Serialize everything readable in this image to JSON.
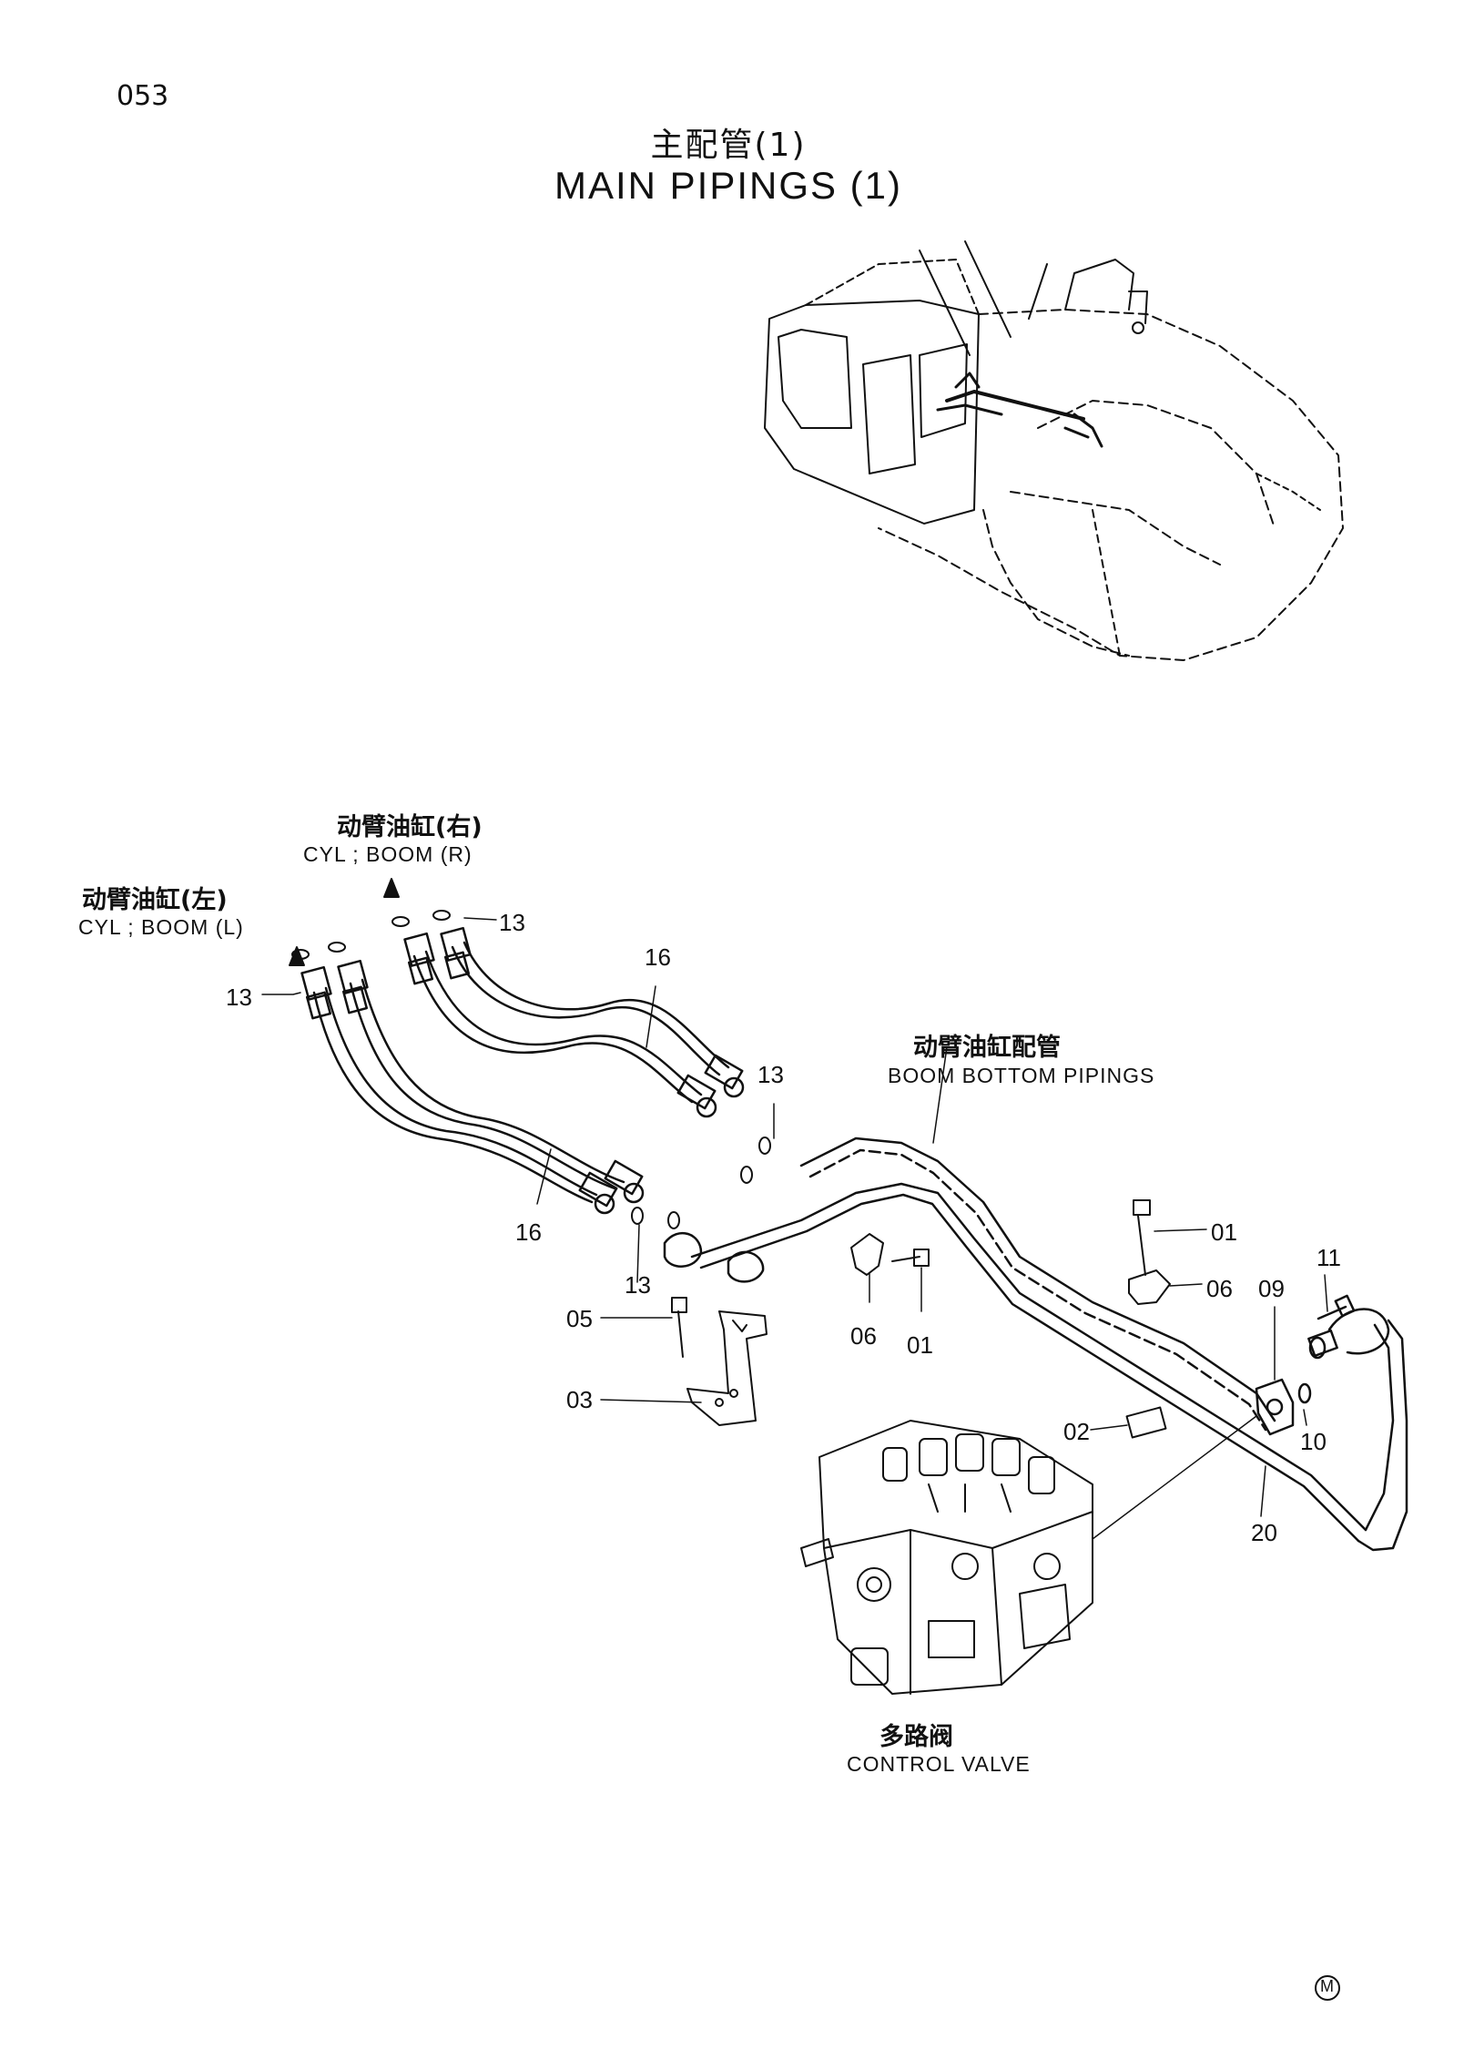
{
  "page_number": "053",
  "title_cn": "主配管(1)",
  "title_en": "MAIN PIPINGS (1)",
  "labels": {
    "cyl_boom_r_cn": "动臂油缸(右)",
    "cyl_boom_r_en": "CYL ; BOOM (R)",
    "cyl_boom_l_cn": "动臂油缸(左)",
    "cyl_boom_l_en": "CYL ; BOOM (L)",
    "boom_bottom_cn": "动臂油缸配管",
    "boom_bottom_en": "BOOM BOTTOM PIPINGS",
    "control_valve_cn": "多路阀",
    "control_valve_en": "CONTROL VALVE"
  },
  "part_numbers": {
    "p13_a": "13",
    "p13_b": "13",
    "p13_c": "13",
    "p13_d": "13",
    "p16_a": "16",
    "p16_b": "16",
    "p01_a": "01",
    "p01_b": "01",
    "p06_a": "06",
    "p06_b": "06",
    "p05": "05",
    "p03": "03",
    "p02": "02",
    "p09": "09",
    "p10": "10",
    "p11": "11",
    "p20": "20"
  },
  "mark": "M"
}
